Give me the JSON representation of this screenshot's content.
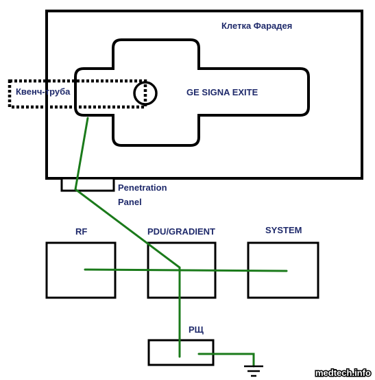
{
  "labels": {
    "faraday_cage": "Клетка Фарадея",
    "magnet": "GE SIGNA EXITE",
    "quench_pipe": "Квенч-труба",
    "penetration_panel_line1": "Penetration",
    "penetration_panel_line2": "Panel",
    "rf": "RF",
    "pdu_gradient": "PDU/GRADIENT",
    "system": "SYSTEM",
    "distribution_board": "РЩ"
  },
  "watermark": "medtech.info",
  "colors": {
    "outline": "#000000",
    "cable": "#1a7a1a",
    "label_text": "#1f2a6b"
  }
}
